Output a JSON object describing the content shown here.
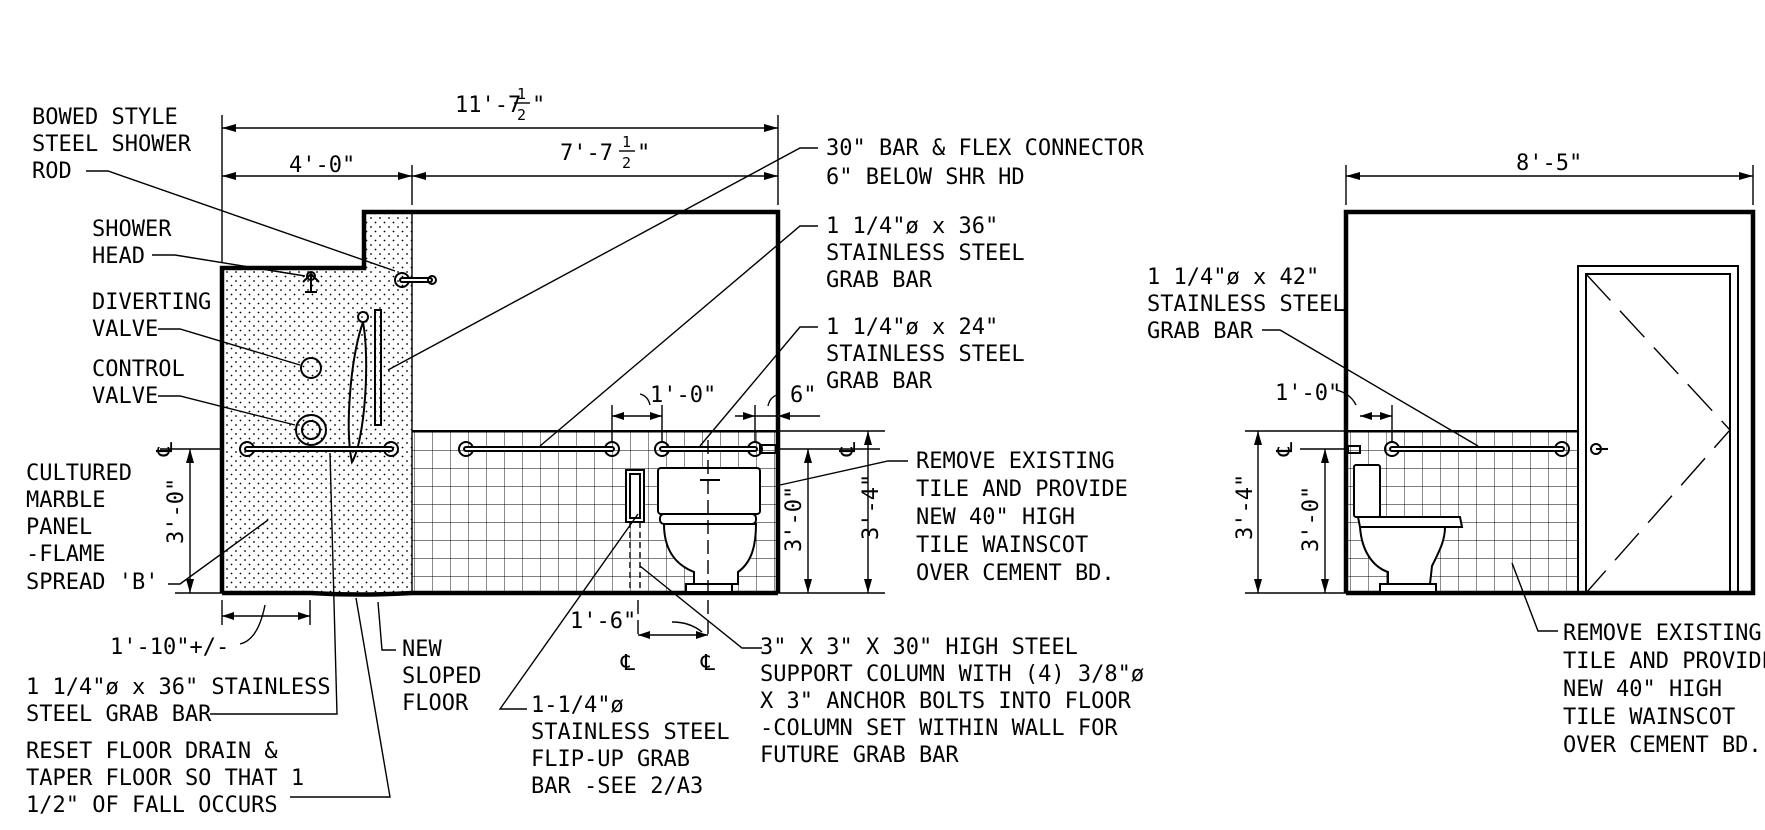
{
  "dimensions": {
    "overall_width": {
      "main": "11'-7",
      "num": "1",
      "den": "2",
      "suffix": "\""
    },
    "shower_width": "4'-0\"",
    "toilet_room_width": {
      "main": "7'-7",
      "num": "1",
      "den": "2",
      "suffix": "\""
    },
    "side_width": "8'-5\"",
    "bar_spacing_1": "1'-0\"",
    "bar_spacing_6": "6\"",
    "centerline_spacing": "1'-6\"",
    "drain_offset": "1'-10\"+/-",
    "side_bar_offset": "1'-0\"",
    "grab_bar_height": "3'-0\"",
    "wainscot_height": "3'-4\"",
    "centerline_symbol": "℄"
  },
  "callouts": {
    "shower_rod": [
      "BOWED STYLE",
      "STEEL SHOWER",
      "ROD"
    ],
    "shower_head": [
      "SHOWER",
      "HEAD"
    ],
    "diverting_valve": [
      "DIVERTING",
      "VALVE"
    ],
    "control_valve": [
      "CONTROL",
      "VALVE"
    ],
    "marble_panel": [
      "CULTURED",
      "MARBLE",
      "PANEL",
      "-FLAME",
      "SPREAD 'B'"
    ],
    "shower_grab_bar": [
      "1 1/4\"ø x 36\" STAINLESS",
      "STEEL GRAB BAR"
    ],
    "floor_drain": [
      "RESET FLOOR DRAIN &",
      "TAPER FLOOR SO THAT 1",
      "1/2\" OF FALL OCCURS"
    ],
    "sloped_floor": [
      "NEW",
      "SLOPED",
      "FLOOR"
    ],
    "flip_up_bar": [
      "1-1/4\"ø",
      "STAINLESS STEEL",
      "FLIP-UP GRAB",
      "BAR -SEE 2/A3"
    ],
    "support_column": [
      "3\" X 3\" X 30\" HIGH STEEL",
      "SUPPORT COLUMN WITH (4) 3/8\"ø",
      "X 3\" ANCHOR BOLTS INTO FLOOR",
      "-COLUMN SET WITHIN WALL FOR",
      "FUTURE GRAB BAR"
    ],
    "flex_connector": [
      "30\" BAR & FLEX CONNECTOR",
      "6\" BELOW SHR HD"
    ],
    "grab_bar_36": [
      "1 1/4\"ø x 36\"",
      "STAINLESS STEEL",
      "GRAB BAR"
    ],
    "grab_bar_24": [
      "1 1/4\"ø x 24\"",
      "STAINLESS STEEL",
      "GRAB BAR"
    ],
    "tile_wainscot_main": [
      "REMOVE EXISTING",
      "TILE AND PROVIDE",
      "NEW 40\" HIGH",
      "TILE WAINSCOT",
      "OVER CEMENT BD."
    ],
    "grab_bar_42": [
      "1 1/4\"ø x 42\"",
      "STAINLESS STEEL",
      "GRAB BAR"
    ],
    "tile_wainscot_side": [
      "REMOVE EXISTING",
      "TILE AND PROVIDE",
      "NEW 40\" HIGH",
      "TILE WAINSCOT",
      "OVER CEMENT BD."
    ]
  }
}
